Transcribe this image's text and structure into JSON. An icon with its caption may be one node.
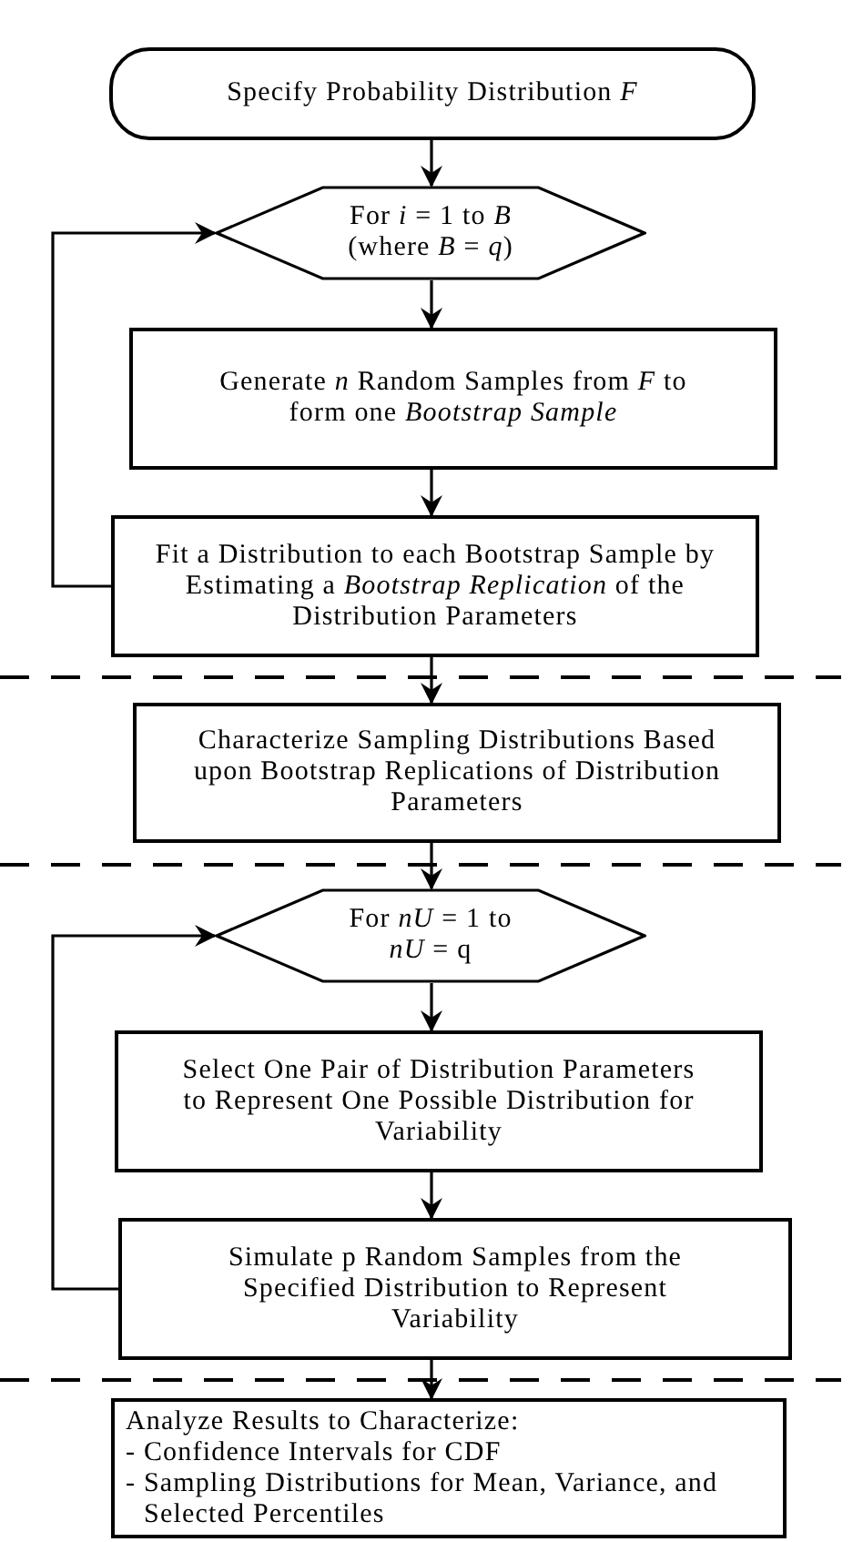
{
  "diagram": {
    "nodes": [
      {
        "text": [
          "Specify Probability Distribution *F*"
        ]
      },
      {
        "text": [
          "For *i* = 1 to *B* (where *B* = *q*)"
        ]
      },
      {
        "text": [
          "Generate *n* Random Samples from *F* to form one *Bootstrap Sample*"
        ]
      },
      {
        "text": [
          "Fit a Distribution to each Bootstrap Sample by Estimating a *Bootstrap Replication* of the Distribution Parameters"
        ]
      },
      {
        "text": [
          "Characterize Sampling Distributions Based upon Bootstrap Replications of Distribution Parameters"
        ]
      },
      {
        "text": [
          "For *nU* = 1 to *nU* = q"
        ]
      },
      {
        "text": [
          "Select One Pair of Distribution Parameters to Represent One Possible Distribution for Variability"
        ]
      },
      {
        "text": [
          "Simulate p Random Samples from the Specified Distribution to Represent Variability"
        ]
      },
      {
        "text": [
          "Analyze Results to Characterize:",
          "- Confidence Intervals for CDF",
          "- Sampling Distributions for Mean, Variance, and Selected Percentiles"
        ]
      }
    ],
    "edges": [
      {
        "from": 0,
        "to": 1,
        "arrow": "to"
      },
      {
        "from": 1,
        "to": 2,
        "arrow": "to"
      },
      {
        "from": 2,
        "to": 3,
        "arrow": "to"
      },
      {
        "from": 3,
        "to": 1,
        "arrow": "to"
      },
      {
        "from": 3,
        "to": 4,
        "arrow": "to"
      },
      {
        "from": 4,
        "to": 5,
        "arrow": "to"
      },
      {
        "from": 5,
        "to": 6,
        "arrow": "to"
      },
      {
        "from": 6,
        "to": 7,
        "arrow": "to"
      },
      {
        "from": 7,
        "to": 5,
        "arrow": "to"
      },
      {
        "from": 7,
        "to": 8,
        "arrow": "to"
      }
    ]
  }
}
